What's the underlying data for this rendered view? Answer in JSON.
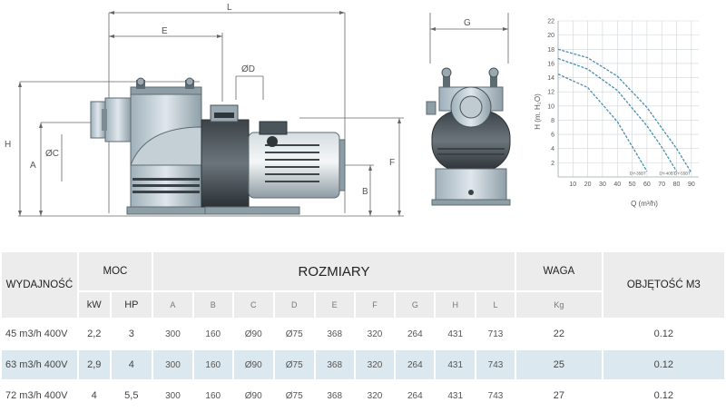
{
  "drawing": {
    "dim_labels": {
      "L": "L",
      "E": "E",
      "G": "G",
      "OD": "ØD",
      "H": "H",
      "A": "A",
      "OC": "ØC",
      "F": "F",
      "B": "B"
    }
  },
  "chart_data": {
    "type": "line",
    "xlabel": "Q (m³/h)",
    "ylabel": "H (m. H₂O)",
    "xlim": [
      0,
      95
    ],
    "ylim": [
      0,
      22
    ],
    "x_ticks": [
      10,
      20,
      30,
      40,
      50,
      60,
      70,
      80,
      90
    ],
    "y_ticks": [
      2,
      4,
      6,
      8,
      10,
      12,
      14,
      16,
      18,
      20,
      22
    ],
    "grid": true,
    "series": [
      {
        "name": "DY-35BT",
        "x": [
          0,
          20,
          40,
          50,
          60
        ],
        "y": [
          14.5,
          12.6,
          7.8,
          4.3,
          0.8
        ]
      },
      {
        "name": "DY-40BT",
        "x": [
          0,
          20,
          40,
          60,
          70,
          80
        ],
        "y": [
          16.7,
          15.2,
          12.2,
          7.2,
          4.2,
          0.8
        ]
      },
      {
        "name": "DY-55BT",
        "x": [
          0,
          20,
          40,
          60,
          80,
          90
        ],
        "y": [
          18,
          16.8,
          14.2,
          9.8,
          4.0,
          0.6
        ]
      }
    ]
  },
  "table": {
    "header_row1": {
      "wydajnosc": "WYDAJNOŚĆ",
      "moc": "MOC",
      "rozmiary": "ROZMIARY",
      "waga": "WAGA",
      "objetosc": "OBJĘTOŚĆ M3"
    },
    "header_row2": {
      "kw": "kW",
      "hp": "HP",
      "dims": [
        "A",
        "B",
        "C",
        "D",
        "E",
        "F",
        "G",
        "H",
        "L"
      ],
      "kg": "Kg"
    },
    "rows": [
      {
        "name": "45 m3/h 400V",
        "kw": "2,2",
        "hp": "3",
        "dims": [
          "300",
          "160",
          "Ø90",
          "Ø75",
          "368",
          "320",
          "264",
          "431",
          "713"
        ],
        "waga": "22",
        "obj": "0.12"
      },
      {
        "name": "63 m3/h 400V",
        "kw": "2,9",
        "hp": "4",
        "dims": [
          "300",
          "160",
          "Ø90",
          "Ø75",
          "368",
          "320",
          "264",
          "431",
          "743"
        ],
        "waga": "25",
        "obj": "0.12"
      },
      {
        "name": "72 m3/h 400V",
        "kw": "4",
        "hp": "5,5",
        "dims": [
          "300",
          "160",
          "Ø90",
          "Ø75",
          "368",
          "320",
          "264",
          "431",
          "743"
        ],
        "waga": "27",
        "obj": "0.12"
      }
    ]
  }
}
